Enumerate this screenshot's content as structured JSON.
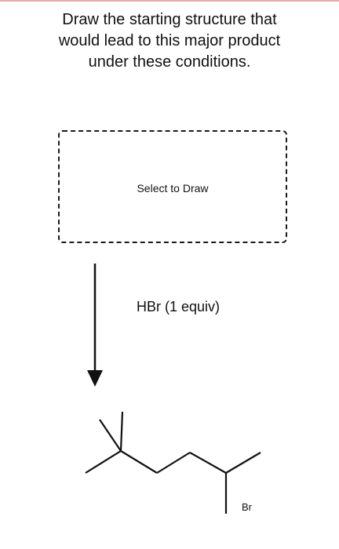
{
  "question": {
    "lines": [
      "Draw the starting structure that",
      "would lead to this major product",
      "under these conditions."
    ]
  },
  "drawing_area": {
    "label": "Select to Draw"
  },
  "reaction": {
    "reagent": "HBr (1 equiv)",
    "product": {
      "icon": "skeletal-structure-icon",
      "atom_label": "Br"
    }
  },
  "colors": {
    "accent_rule": "#e9a8a8",
    "ink": "#111111"
  }
}
